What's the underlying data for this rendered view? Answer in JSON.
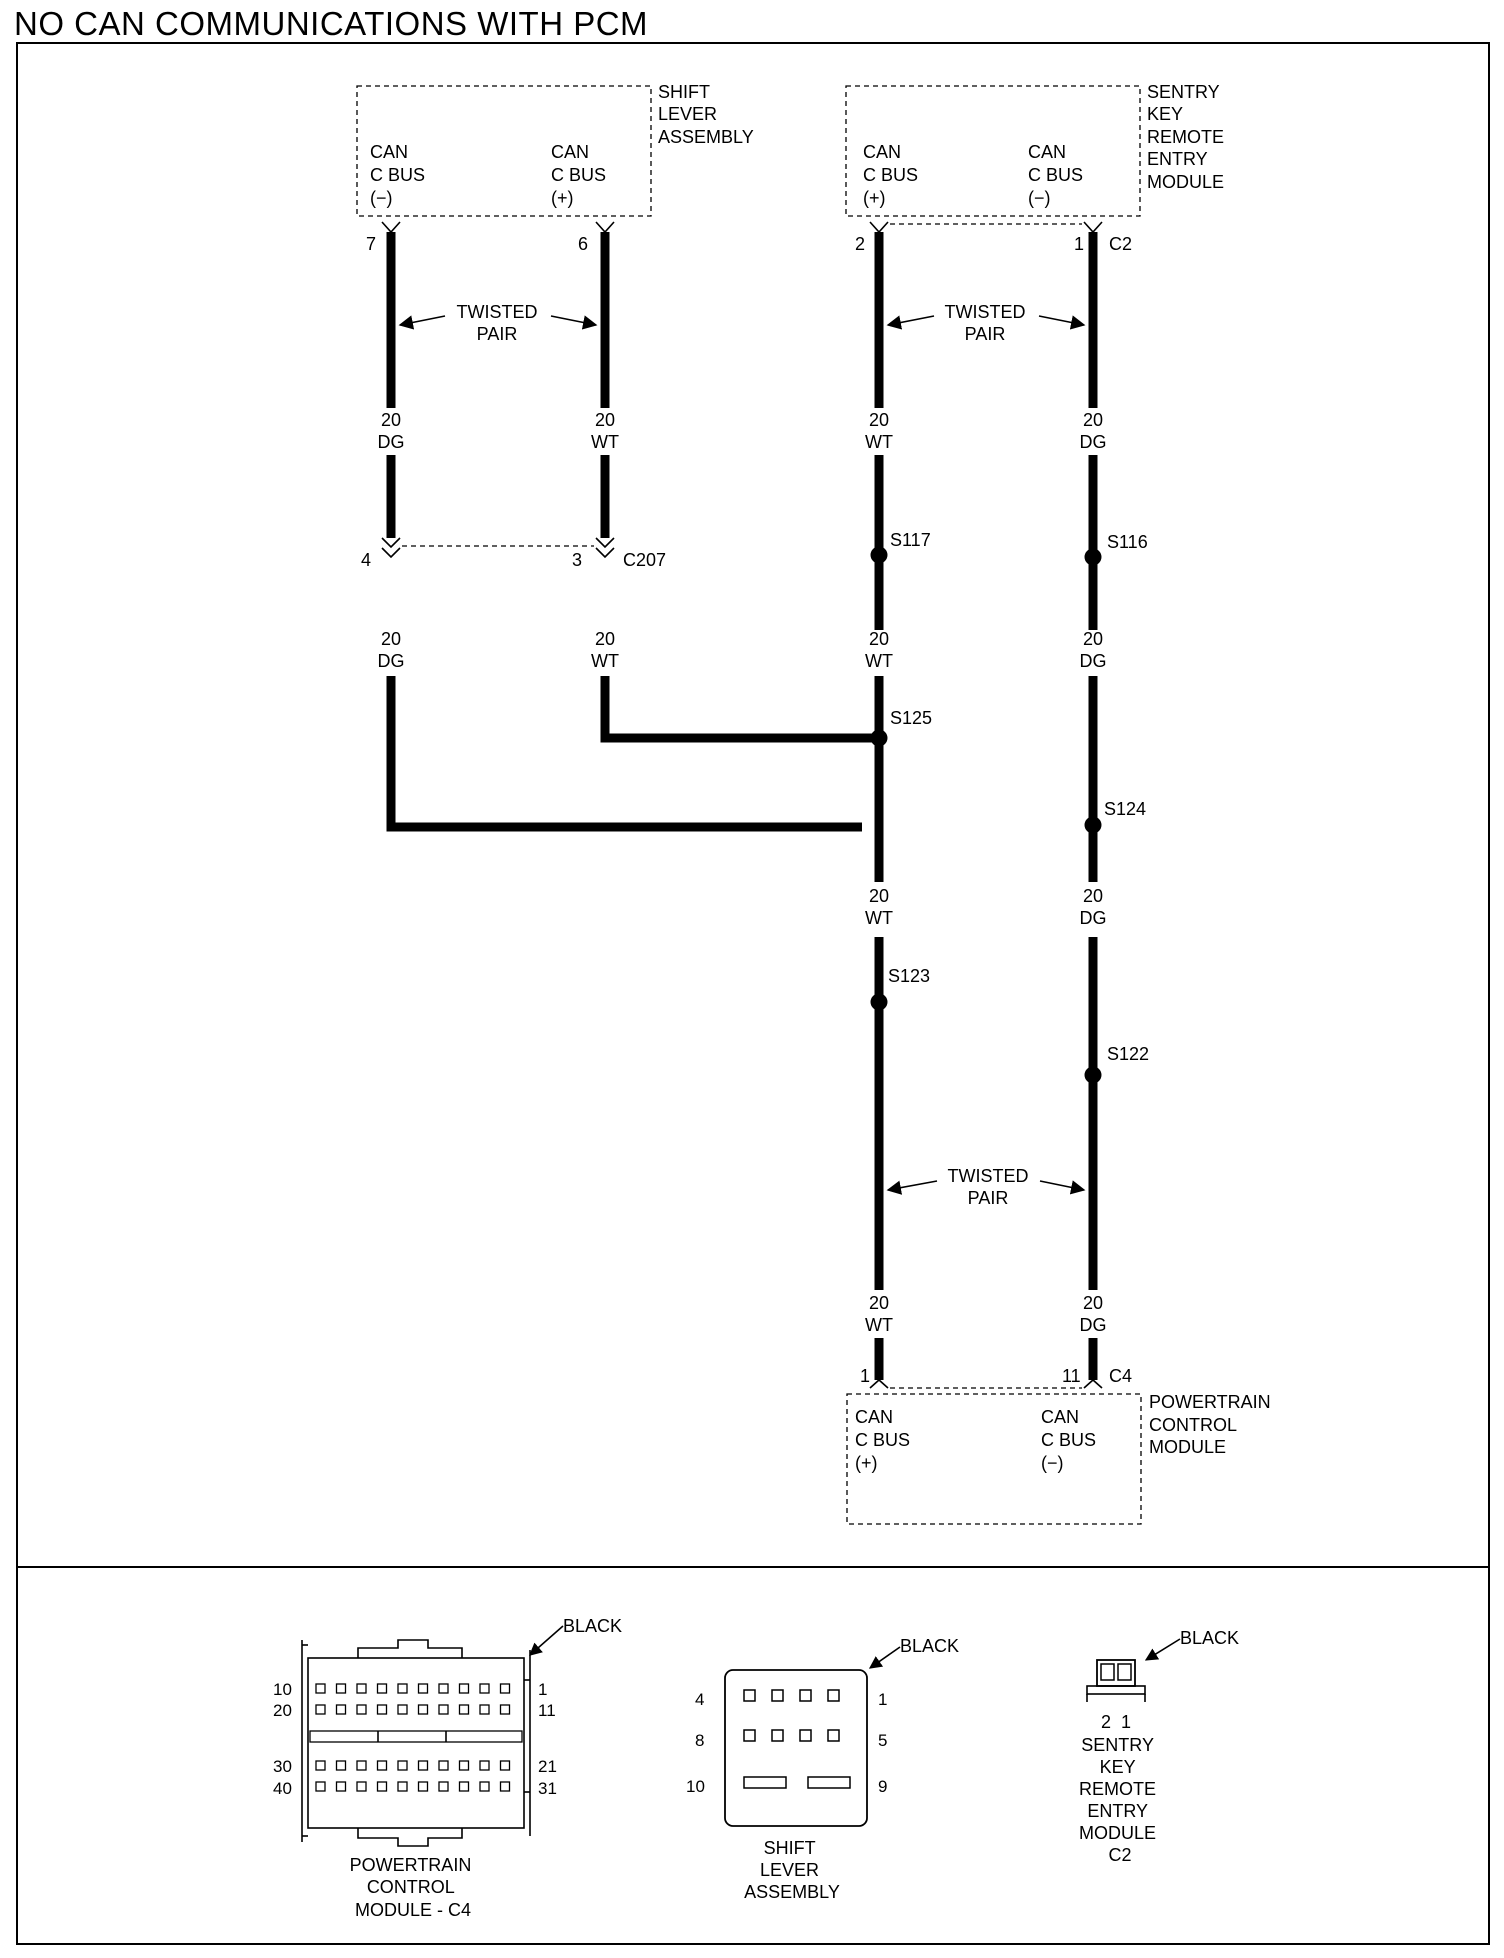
{
  "title": "NO CAN COMMUNICATIONS WITH PCM",
  "modules": {
    "shift_lever": {
      "name": [
        "SHIFT",
        "LEVER",
        "ASSEMBLY"
      ],
      "terminal_left": [
        "CAN",
        "C BUS",
        "(−)"
      ],
      "terminal_right": [
        "CAN",
        "C BUS",
        "(+)"
      ],
      "pin_left": "7",
      "pin_right": "6"
    },
    "skrem": {
      "name": [
        "SENTRY",
        "KEY",
        "REMOTE",
        "ENTRY",
        "MODULE"
      ],
      "terminal_left": [
        "CAN",
        "C BUS",
        "(+)"
      ],
      "terminal_right": [
        "CAN",
        "C BUS",
        "(−)"
      ],
      "pin_left": "2",
      "pin_right": "1",
      "connector": "C2"
    },
    "pcm": {
      "name": [
        "POWERTRAIN",
        "CONTROL",
        "MODULE"
      ],
      "terminal_left": [
        "CAN",
        "C BUS",
        "(+)"
      ],
      "terminal_right": [
        "CAN",
        "C BUS",
        "(−)"
      ],
      "pin_left": "1",
      "pin_right": "11",
      "connector": "C4"
    }
  },
  "twisted_pair": [
    "TWISTED",
    "PAIR"
  ],
  "c207": {
    "label": "C207",
    "pin_left": "4",
    "pin_right": "3"
  },
  "wires": {
    "gauge": "20",
    "dg": "DG",
    "wt": "WT"
  },
  "splices": {
    "s117": "S117",
    "s116": "S116",
    "s125": "S125",
    "s124": "S124",
    "s123": "S123",
    "s122": "S122"
  },
  "connector_views": {
    "pcm": {
      "color": "BLACK",
      "caption": [
        "POWERTRAIN",
        "CONTROL",
        "MODULE - C4"
      ],
      "pins_left": [
        "10",
        "20",
        "30",
        "40"
      ],
      "pins_right": [
        "1",
        "11",
        "21",
        "31"
      ]
    },
    "shift": {
      "color": "BLACK",
      "caption": [
        "SHIFT",
        "LEVER",
        "ASSEMBLY"
      ],
      "pins_left": [
        "4",
        "8",
        "10"
      ],
      "pins_right": [
        "1",
        "5",
        "9"
      ]
    },
    "skrem": {
      "color": "BLACK",
      "pins": "2  1",
      "caption": [
        "SENTRY",
        "KEY",
        "REMOTE",
        "ENTRY",
        "MODULE",
        "C2"
      ]
    }
  }
}
